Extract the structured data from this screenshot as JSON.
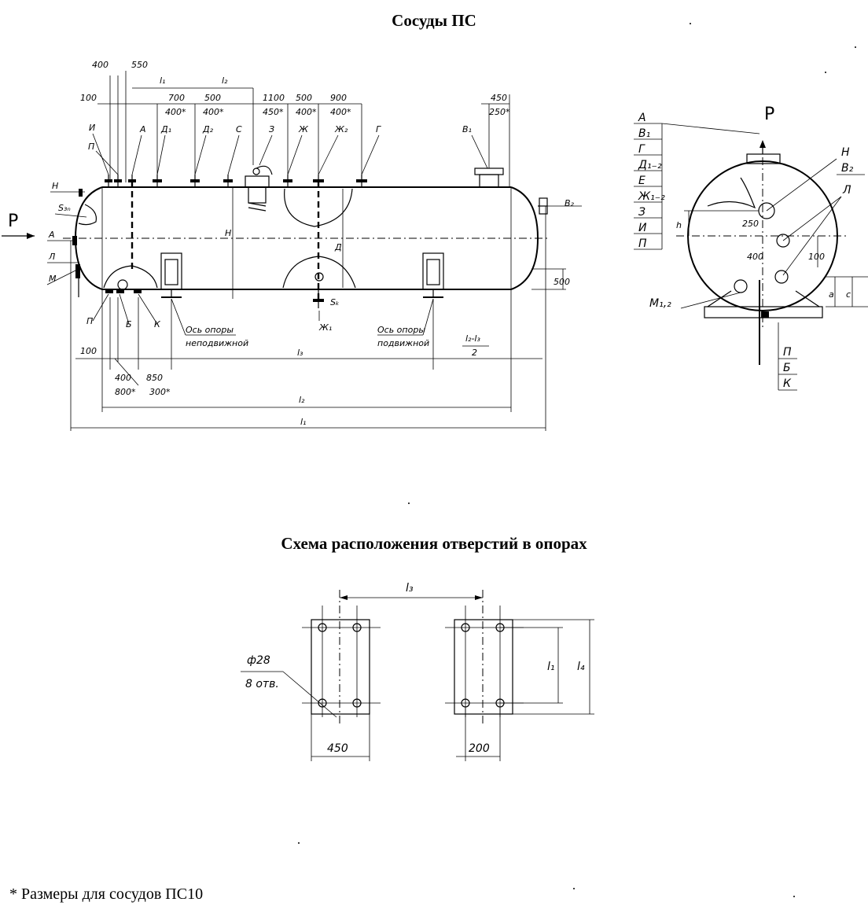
{
  "titles": {
    "main": "Сосуды ПС",
    "holes": "Схема расположения отверстий в опорах"
  },
  "footnote": "* Размеры для сосудов ПС10",
  "side_view": {
    "top_dims": [
      "400",
      "550",
      "100",
      "700",
      "500",
      "1100",
      "500",
      "900",
      "450"
    ],
    "top_dims_alt": [
      "400*",
      "400*",
      "450*",
      "400*",
      "400*",
      "250*"
    ],
    "l_labels": [
      "l₁",
      "l₂"
    ],
    "nozzles_top": [
      "И",
      "П",
      "А",
      "Д₁",
      "Д₂",
      "С",
      "З",
      "Ж",
      "Ж₂",
      "Г",
      "В₁"
    ],
    "left_labels": [
      "Н",
      "S₃ₙ",
      "А",
      "Л",
      "М"
    ],
    "right_labels": [
      "В₂"
    ],
    "inner_labels": [
      "Н",
      "Д",
      "Sₖ"
    ],
    "bottom_labels": [
      "П",
      "Б",
      "К",
      "Ж₁"
    ],
    "support_fixed": [
      "Ось опоры",
      "неподвижной"
    ],
    "support_mobile": [
      "Ось опоры",
      "подвижной"
    ],
    "bottom_dims": [
      "100",
      "400",
      "850",
      "800*",
      "300*",
      "500"
    ],
    "l3": "l₃",
    "frac_num": "l₂-l₃",
    "frac_den": "2",
    "overall": [
      "l₂",
      "l₁"
    ],
    "p_label": "Р"
  },
  "end_view": {
    "p_label": "Р",
    "table": [
      "А",
      "В₁",
      "Г",
      "Д₁₋₂",
      "Е",
      "Ж₁₋₂",
      "З",
      "И",
      "П"
    ],
    "right_labels": [
      "Н",
      "В₂",
      "Л"
    ],
    "inner_dims": [
      "h",
      "250",
      "400",
      "100",
      "a",
      "c"
    ],
    "m_label": "М₁,₂",
    "bottom_table": [
      "П",
      "Б",
      "К"
    ]
  },
  "holes": {
    "l3": "l₃",
    "dia": "ф28",
    "count": "8 отв.",
    "w1": "450",
    "w2": "200",
    "h1": "l₁",
    "h2": "l₄"
  }
}
